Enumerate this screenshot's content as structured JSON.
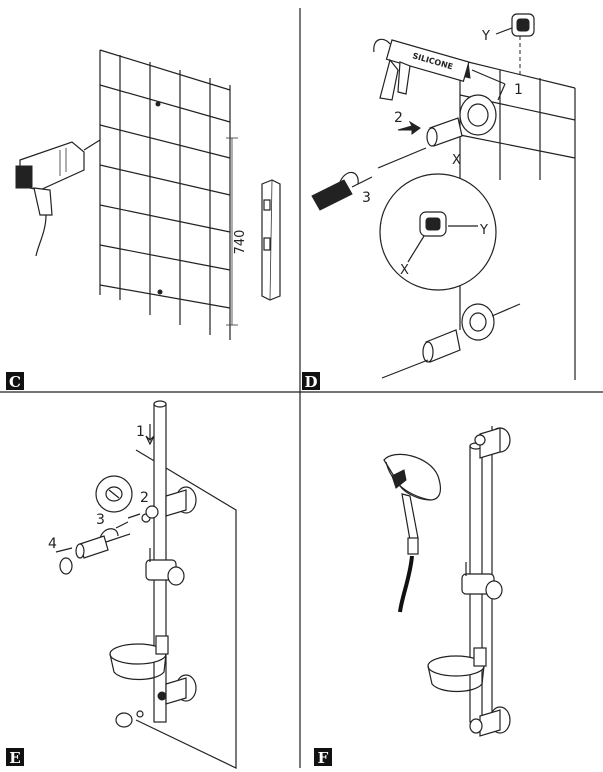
{
  "panels": {
    "c": {
      "letter": "C",
      "dimension": "740"
    },
    "d": {
      "letter": "D",
      "steps": [
        "1",
        "2",
        "3"
      ],
      "markers": [
        "Y",
        "X",
        "Y",
        "X"
      ],
      "brand_text": "SILICONE"
    },
    "e": {
      "letter": "E",
      "steps": [
        "1",
        "2",
        "3",
        "4"
      ]
    },
    "f": {
      "letter": "F"
    }
  },
  "colors": {
    "line": "#222222",
    "badge": "#111111",
    "background": "#ffffff"
  },
  "icons": [
    "drill-icon",
    "spirit-level-icon",
    "silicone-gun-icon",
    "screwdriver-icon",
    "handshower-icon"
  ]
}
